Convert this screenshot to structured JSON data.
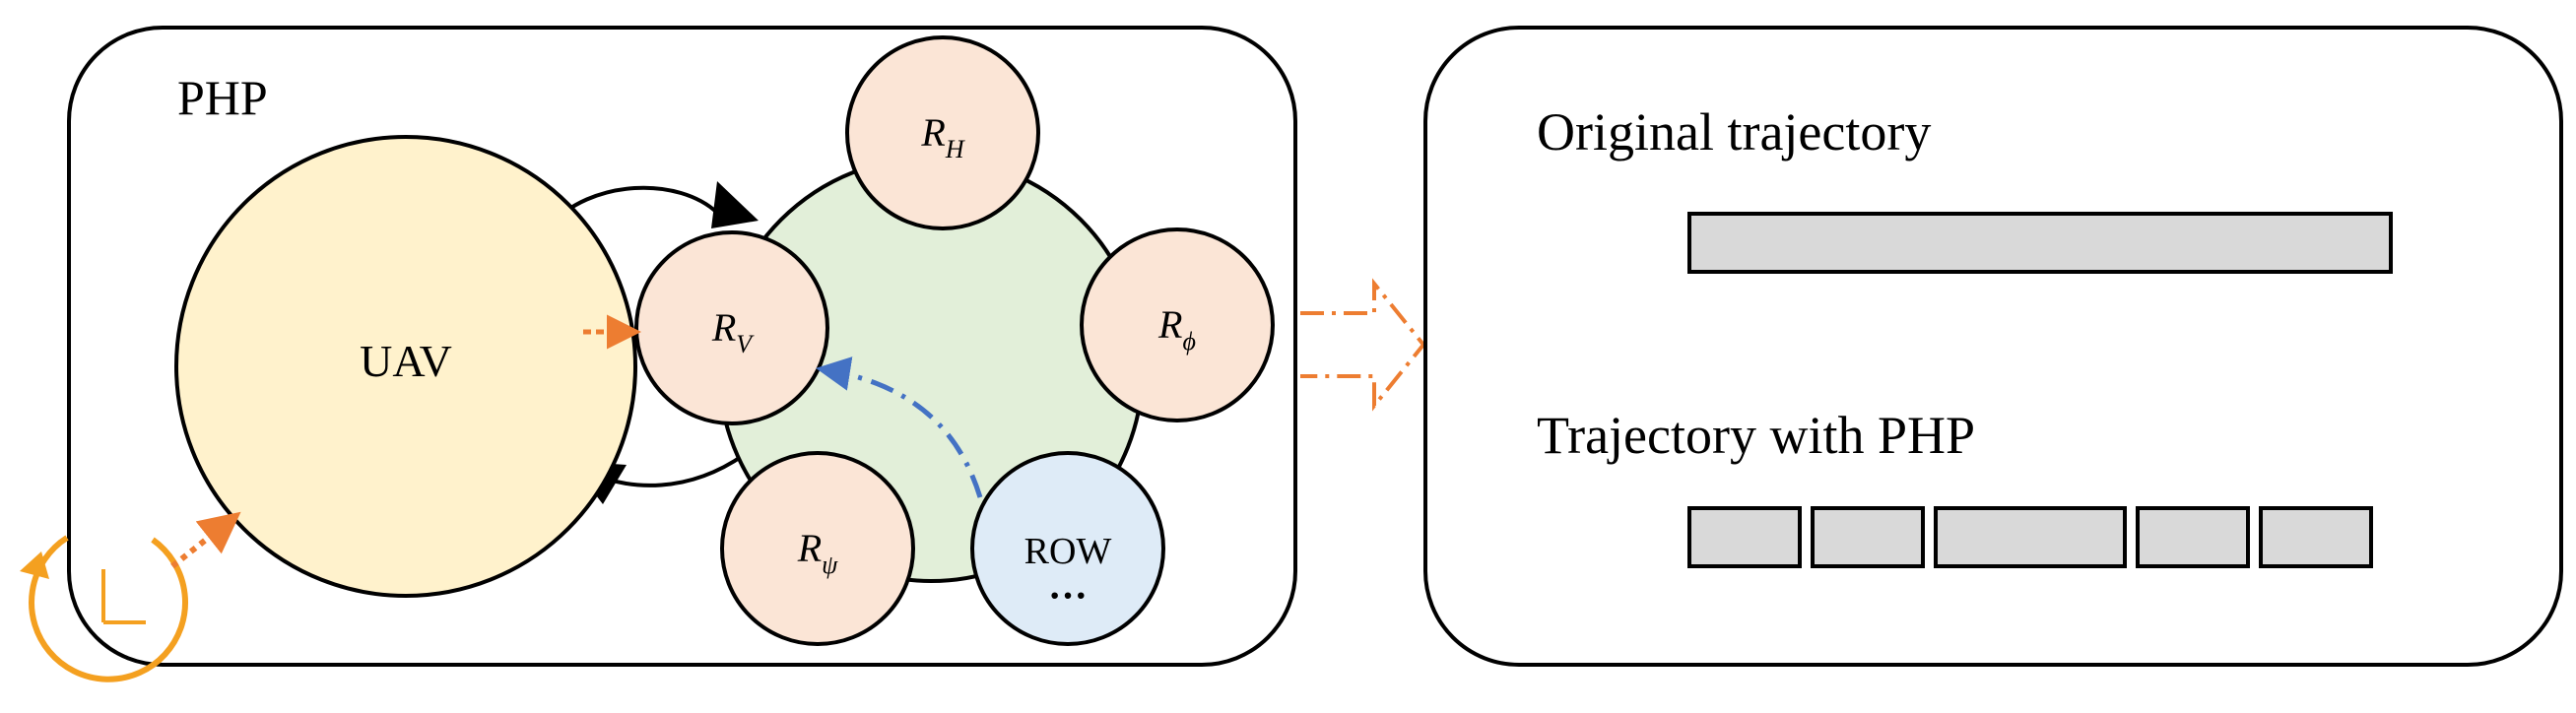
{
  "left_panel": {
    "title": "PHP",
    "uav_label": "UAV",
    "nodes": {
      "rh": {
        "main": "R",
        "sub": "H"
      },
      "rphi": {
        "main": "R",
        "sub": "ϕ"
      },
      "rv": {
        "main": "R",
        "sub": "V"
      },
      "rpsi": {
        "main": "R",
        "sub": "ψ"
      },
      "row": {
        "label": "ROW",
        "ellipsis": "···"
      }
    }
  },
  "right_panel": {
    "original_label": "Original trajectory",
    "php_label": "Trajectory with PHP",
    "segment_count": 5
  },
  "colors": {
    "uav_fill": "#fff2cc",
    "ring_fill": "#e2efd9",
    "node_fill": "#fbe5d6",
    "row_fill": "#deebf7",
    "bar_fill": "#d9d9d9",
    "orange": "#ed7d31",
    "clock": "#f4a020",
    "blue": "#4472c4",
    "stroke": "#000000"
  }
}
